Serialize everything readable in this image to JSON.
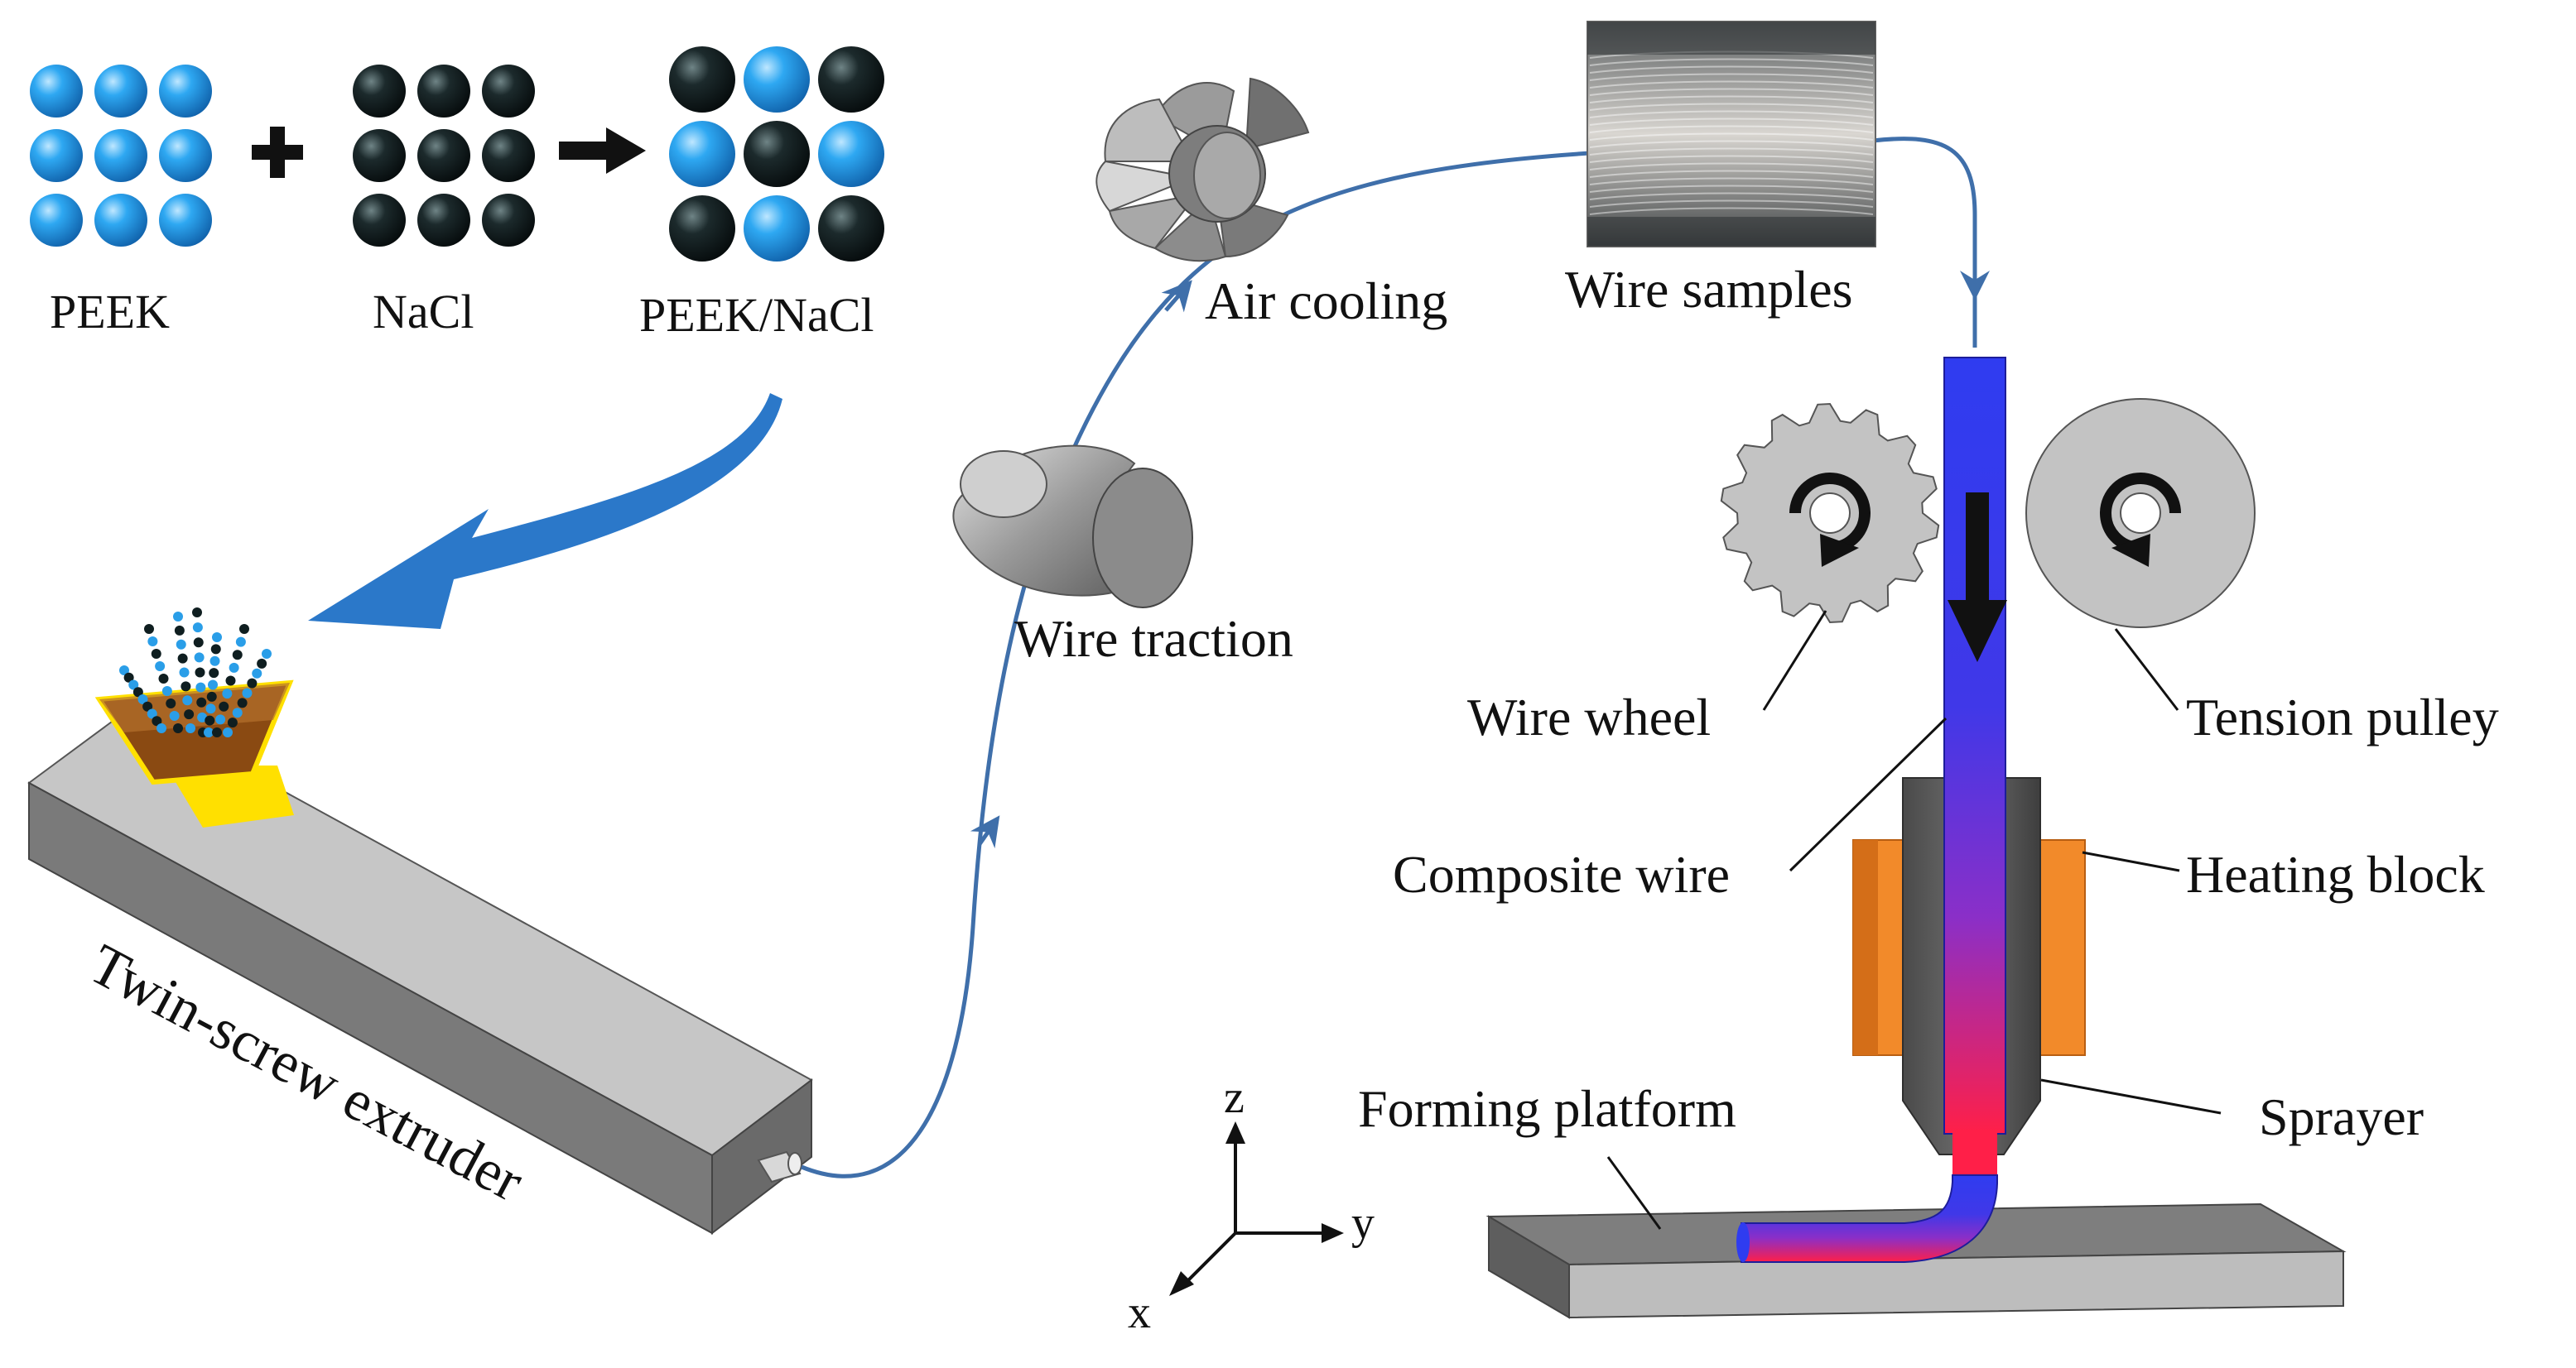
{
  "materials": {
    "peek_label": "PEEK",
    "nacl_label": "NaCl",
    "composite_label": "PEEK/NaCl"
  },
  "process": {
    "extruder_label": "Twin-screw extruder",
    "traction_label": "Wire traction",
    "cooling_label": "Air cooling",
    "samples_label": "Wire samples"
  },
  "printer": {
    "wire_wheel_label": "Wire wheel",
    "tension_pulley_label": "Tension pulley",
    "composite_wire_label": "Composite wire",
    "heating_block_label": "Heating block",
    "sprayer_label": "Sprayer",
    "platform_label": "Forming platform"
  },
  "axes": {
    "z": "z",
    "y": "y",
    "x": "x"
  },
  "colors": {
    "peek": "#2a9ee8",
    "nacl": "#0f1e20",
    "flow_arrow": "#2b78c9",
    "wire_path": "#3f6faa",
    "heating_block": "#f28a2a",
    "wire_top": "#2f3cf0",
    "wire_bottom": "#ff1f48",
    "hopper": "#8a4a12",
    "hopper_base": "#ffe000"
  }
}
